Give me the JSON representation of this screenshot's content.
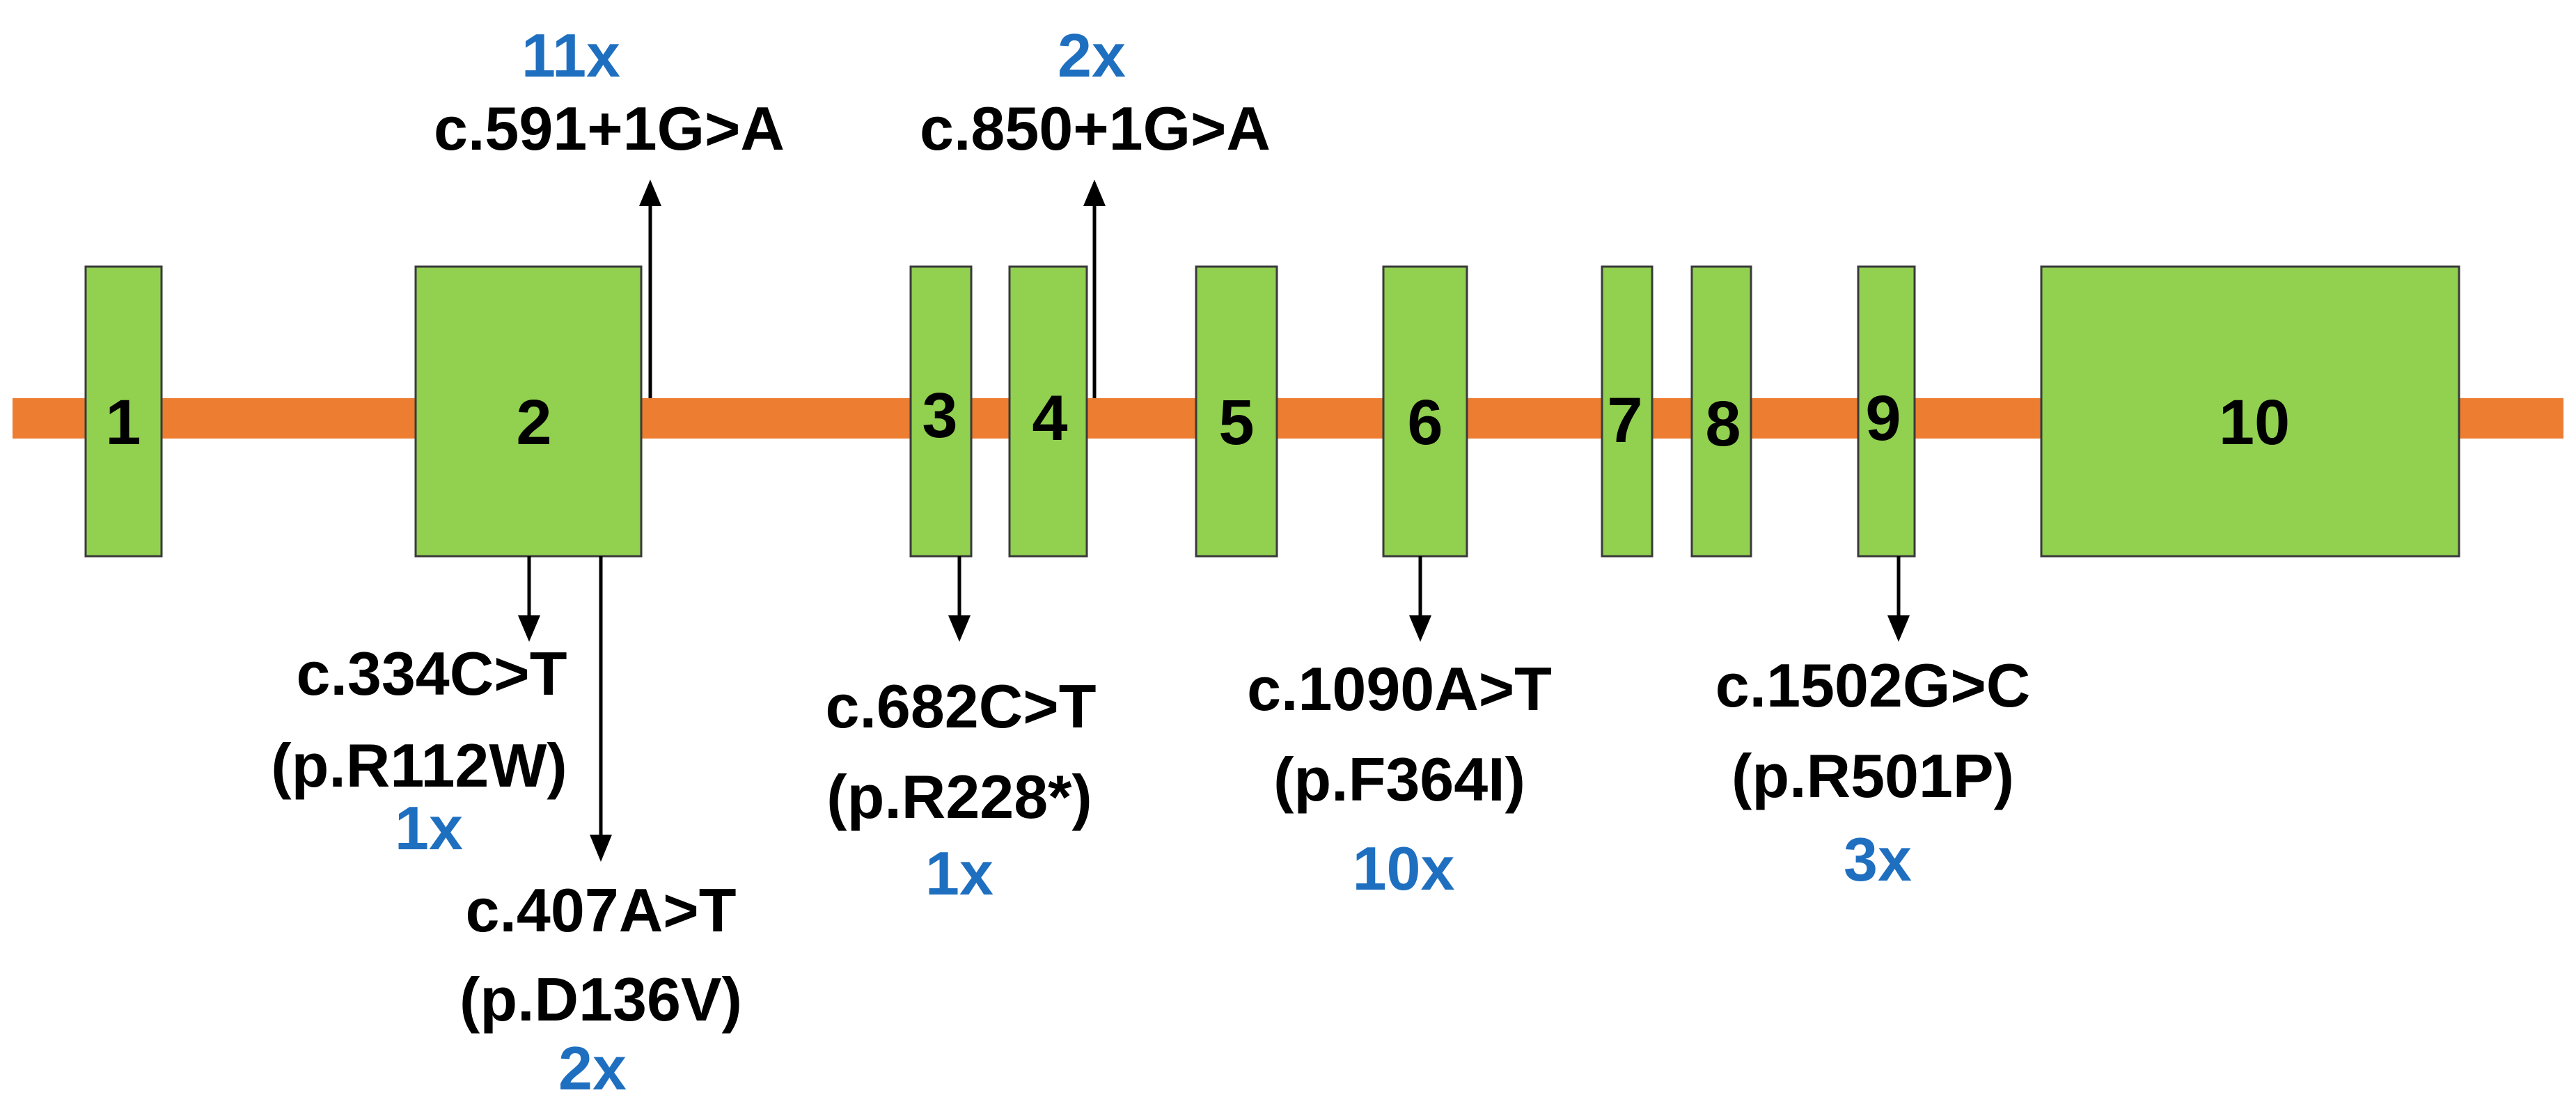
{
  "colors": {
    "intron": "#ed7d31",
    "exon": "#92d050",
    "count": "#1f6fc0",
    "text": "#000000"
  },
  "exons": [
    {
      "label": "1"
    },
    {
      "label": "2"
    },
    {
      "label": "3"
    },
    {
      "label": "4"
    },
    {
      "label": "5"
    },
    {
      "label": "6"
    },
    {
      "label": "7"
    },
    {
      "label": "8"
    },
    {
      "label": "9"
    },
    {
      "label": "10"
    }
  ],
  "variants_above": [
    {
      "cdna": "c.591+1G>A",
      "count": "11x"
    },
    {
      "cdna": "c.850+1G>A",
      "count": "2x"
    }
  ],
  "variants_below": [
    {
      "cdna": "c.334C>T",
      "protein": "(p.R112W)",
      "count": "1x"
    },
    {
      "cdna": "c.407A>T",
      "protein": "(p.D136V)",
      "count": "2x"
    },
    {
      "cdna": "c.682C>T",
      "protein": "(p.R228*)",
      "count": "1x"
    },
    {
      "cdna": "c.1090A>T",
      "protein": "(p.F364I)",
      "count": "10x"
    },
    {
      "cdna": "c.1502G>C",
      "protein": "(p.R501P)",
      "count": "3x"
    }
  ]
}
